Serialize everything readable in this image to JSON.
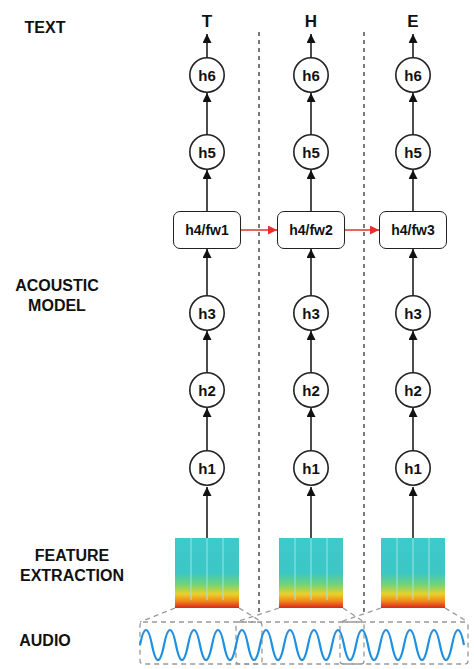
{
  "diagram": {
    "nodes": [
      {
        "text": [
          "h6"
        ]
      },
      {
        "text": [
          "h6"
        ]
      },
      {
        "text": [
          "h6"
        ]
      },
      {
        "text": [
          "h5"
        ]
      },
      {
        "text": [
          "h5"
        ]
      },
      {
        "text": [
          "h5"
        ]
      },
      {
        "text": [
          "h4/fw1"
        ]
      },
      {
        "text": [
          "h4/fw2"
        ]
      },
      {
        "text": [
          "h4/fw3"
        ]
      },
      {
        "text": [
          "h3"
        ]
      },
      {
        "text": [
          "h3"
        ]
      },
      {
        "text": [
          "h3"
        ]
      },
      {
        "text": [
          "h2"
        ]
      },
      {
        "text": [
          "h2"
        ]
      },
      {
        "text": [
          "h2"
        ]
      },
      {
        "text": [
          "h1"
        ]
      },
      {
        "text": [
          "h1"
        ]
      },
      {
        "text": [
          "h1"
        ]
      }
    ],
    "edges": [
      {
        "from": 15,
        "to": 12,
        "arrow": "to"
      },
      {
        "from": 12,
        "to": 9,
        "arrow": "to"
      },
      {
        "from": 9,
        "to": 6,
        "arrow": "to"
      },
      {
        "from": 6,
        "to": 3,
        "arrow": "to"
      },
      {
        "from": 3,
        "to": 0,
        "arrow": "to"
      },
      {
        "from": 16,
        "to": 13,
        "arrow": "to"
      },
      {
        "from": 13,
        "to": 10,
        "arrow": "to"
      },
      {
        "from": 10,
        "to": 7,
        "arrow": "to"
      },
      {
        "from": 7,
        "to": 4,
        "arrow": "to"
      },
      {
        "from": 4,
        "to": 1,
        "arrow": "to"
      },
      {
        "from": 17,
        "to": 14,
        "arrow": "to"
      },
      {
        "from": 14,
        "to": 11,
        "arrow": "to"
      },
      {
        "from": 11,
        "to": 8,
        "arrow": "to"
      },
      {
        "from": 8,
        "to": 5,
        "arrow": "to"
      },
      {
        "from": 5,
        "to": 2,
        "arrow": "to"
      },
      {
        "from": 6,
        "to": 7,
        "arrow": "to"
      },
      {
        "from": 7,
        "to": 8,
        "arrow": "to"
      }
    ],
    "labels": [
      "TEXT",
      "T",
      "H",
      "E",
      "ACOUSTIC MODEL",
      "FEATURE EXTRACTION",
      "AUDIO"
    ]
  }
}
